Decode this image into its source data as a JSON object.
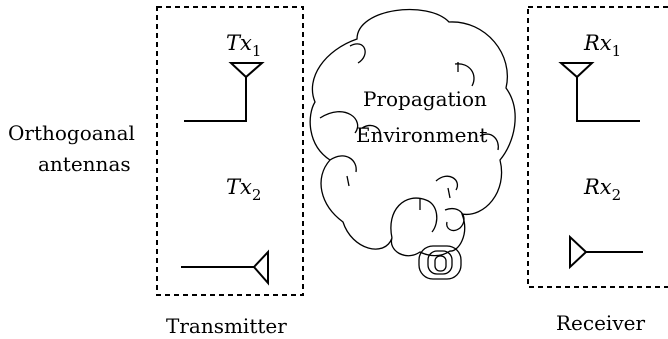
{
  "left_label": {
    "line1": "Orthogoanal",
    "line2": "antennas"
  },
  "transmitter": {
    "caption": "Transmitter",
    "antenna1": {
      "base": "Tx",
      "sub": "1"
    },
    "antenna2": {
      "base": "Tx",
      "sub": "2"
    }
  },
  "environment": {
    "line1": "Propagation",
    "line2": "Environment"
  },
  "receiver": {
    "caption": "Receiver",
    "antenna1": {
      "base": "Rx",
      "sub": "1"
    },
    "antenna2": {
      "base": "Rx",
      "sub": "2"
    }
  }
}
